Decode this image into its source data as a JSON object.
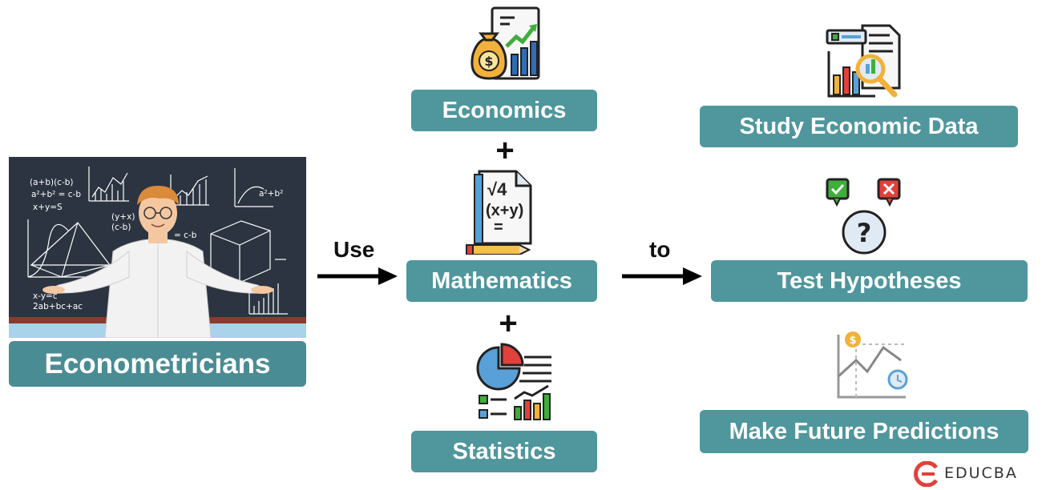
{
  "left_box": "Econometricians",
  "connector_use": "Use",
  "connector_to": "to",
  "middle": [
    "Economics",
    "Mathematics",
    "Statistics"
  ],
  "plus": "+",
  "right": [
    "Study Economic Data",
    "Test Hypotheses",
    "Make Future Predictions"
  ],
  "board": {
    "formula_1": "(a+b)(c-b)",
    "formula_2": "a²+b² = c-b",
    "formula_3": "x+y=S",
    "formula_4": "(y+x)",
    "formula_5": "(c-b)",
    "formula_6": "= c-b",
    "formula_7": "x-y=c",
    "formula_8": "2ab+bc+ac",
    "formula_9": "a²+b²"
  },
  "math_icon": {
    "line_1": "√4",
    "line_2": "(x+y)",
    "line_3": "="
  },
  "brand": "EDUCBA",
  "colors": {
    "box": "#4f969d",
    "board": "#2b3440",
    "brand": "#e2403b",
    "arrow": "#000000"
  }
}
